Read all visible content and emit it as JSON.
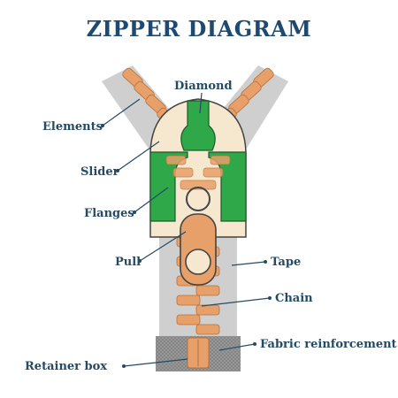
{
  "title": "ZIPPER DIAGRAM",
  "labels": {
    "diamond": "Diamond",
    "elements": "Elements",
    "slider": "Slider",
    "flanges": "Flanges",
    "pull": "Pull",
    "tape": "Tape",
    "chain": "Chain",
    "fabric_reinforcement": "Fabric reinforcement",
    "retainer_box": "Retainer box"
  },
  "colors": {
    "title": "#1e4a72",
    "label": "#244a64",
    "tape": "#cfcfcf",
    "element": "#e8a06a",
    "slider_body": "#f6e7cf",
    "flange": "#2fa84a",
    "reinforcement": "#8e8e8e"
  }
}
